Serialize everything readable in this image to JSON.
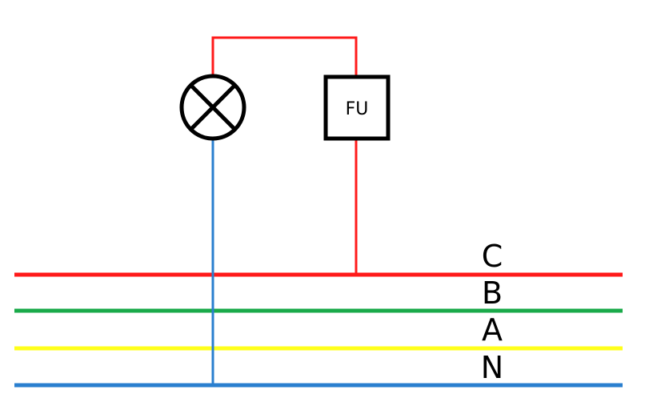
{
  "colors": {
    "phase_c": "#ff1a1a",
    "phase_b": "#1aaa4a",
    "phase_a": "#ffff1a",
    "neutral": "#2a7fcf",
    "symbol": "#000000"
  },
  "diagram": {
    "bus_labels": {
      "c": "C",
      "b": "B",
      "a": "A",
      "n": "N"
    },
    "fuse": {
      "label": "FU"
    }
  }
}
